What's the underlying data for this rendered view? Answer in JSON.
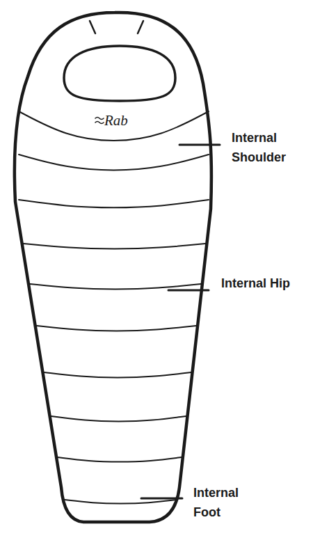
{
  "diagram": {
    "labels": [
      "Rab",
      "Internal Shoulder",
      "Internal Hip",
      "Internal Foot"
    ]
  }
}
